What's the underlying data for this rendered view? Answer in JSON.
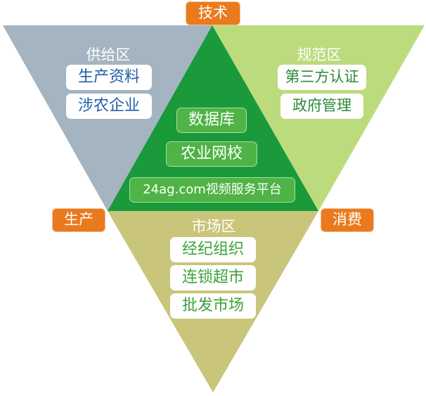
{
  "colors": {
    "supply": "#a4b4c0",
    "regulate": "#bcdb7d",
    "market": "#c9c57b",
    "center": "#1a9a3b",
    "tag": "#e97a1e"
  },
  "tags": {
    "top": "技术",
    "left": "生产",
    "right": "消费"
  },
  "supply": {
    "title": "供给区",
    "items": [
      "生产资料",
      "涉农企业"
    ]
  },
  "regulate": {
    "title": "规范区",
    "items": [
      "第三方认证",
      "政府管理"
    ]
  },
  "center": {
    "items": [
      "数据库",
      "农业网校",
      "24ag.com视频服务平台"
    ]
  },
  "market": {
    "title": "市场区",
    "items": [
      "经纪组织",
      "连锁超市",
      "批发市场"
    ]
  }
}
